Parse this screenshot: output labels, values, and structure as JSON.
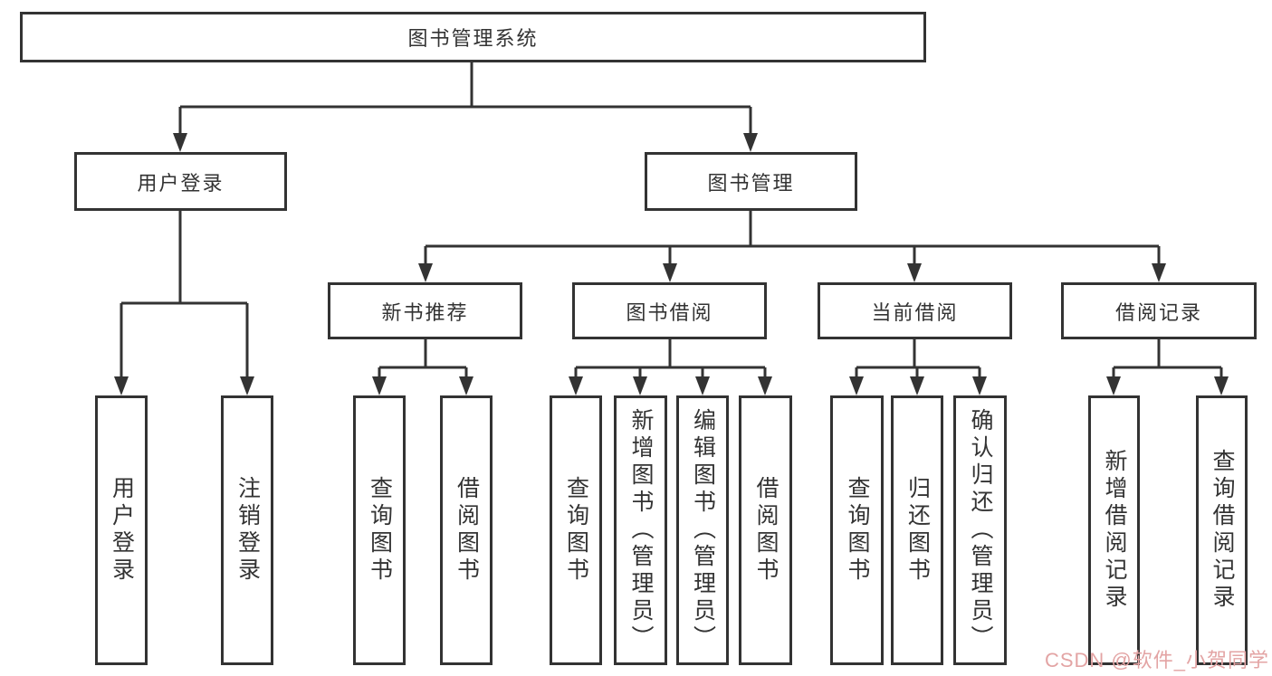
{
  "diagram": {
    "title": "图书管理系统",
    "branches": [
      {
        "label": "用户登录",
        "children": [
          "用户登录",
          "注销登录"
        ]
      },
      {
        "label": "图书管理",
        "children": [
          {
            "label": "新书推荐",
            "children": [
              "查询图书",
              "借阅图书"
            ]
          },
          {
            "label": "图书借阅",
            "children": [
              "查询图书",
              "新增图书（管理员）",
              "编辑图书（管理员）",
              "借阅图书"
            ]
          },
          {
            "label": "当前借阅",
            "children": [
              "查询图书",
              "归还图书",
              "确认归还（管理员）"
            ]
          },
          {
            "label": "借阅记录",
            "children": [
              "新增借阅记录",
              "查询借阅记录"
            ]
          }
        ]
      }
    ]
  },
  "colors": {
    "stroke": "#333333",
    "text": "#333333",
    "background": "#ffffff",
    "watermark": "#e3a4a4"
  },
  "watermark": {
    "text": "CSDN @软件_小贺同学"
  }
}
